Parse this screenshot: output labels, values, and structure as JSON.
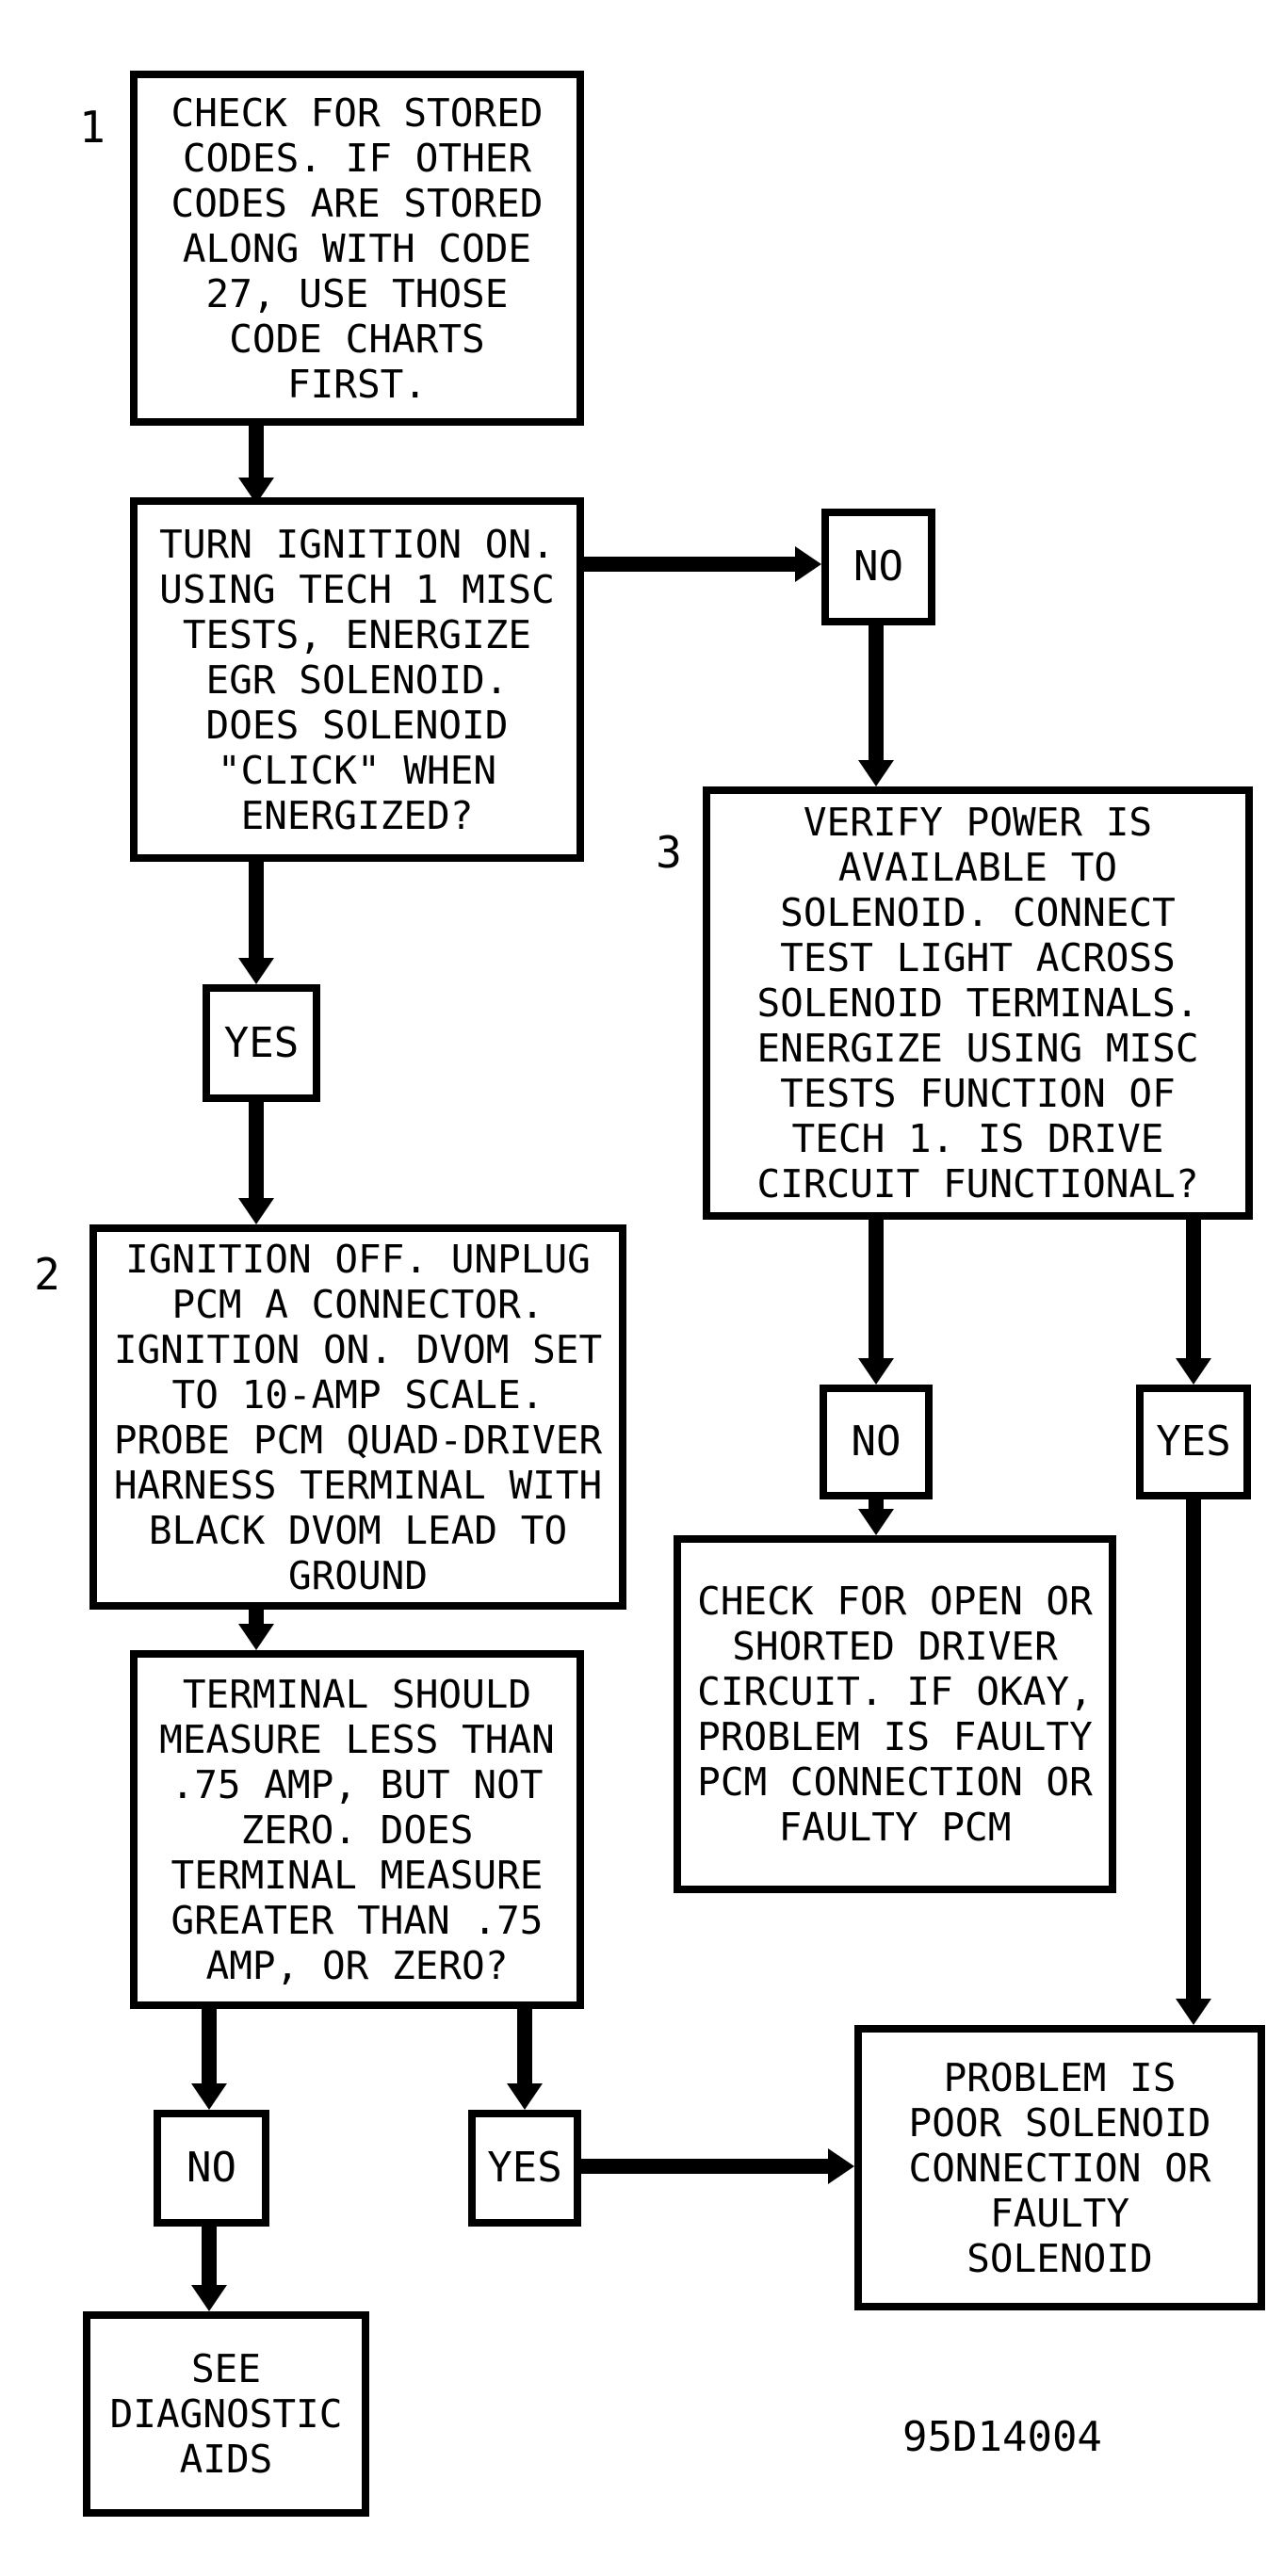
{
  "page": {
    "paper_color": "#ffffff",
    "ink_color": "#000000"
  },
  "figure_code": "95D14004",
  "nodes": {
    "step1": {
      "label": "1",
      "text": "CHECK FOR STORED\nCODES. IF OTHER\nCODES ARE STORED\nALONG WITH CODE\n27, USE THOSE\nCODE CHARTS\nFIRST."
    },
    "turn_ignition": {
      "text": "TURN IGNITION ON.\nUSING TECH 1 MISC\nTESTS, ENERGIZE\nEGR SOLENOID.\nDOES SOLENOID\n\"CLICK\" WHEN\nENERGIZED?"
    },
    "no_top": {
      "text": "NO"
    },
    "step3": {
      "label": "3",
      "text": "VERIFY POWER IS\nAVAILABLE TO\nSOLENOID. CONNECT\nTEST LIGHT ACROSS\nSOLENOID TERMINALS.\nENERGIZE USING MISC\nTESTS FUNCTION OF\nTECH 1. IS DRIVE\nCIRCUIT FUNCTIONAL?"
    },
    "yes_mid": {
      "text": "YES"
    },
    "step2": {
      "label": "2",
      "text": "IGNITION OFF. UNPLUG\nPCM A CONNECTOR.\nIGNITION ON. DVOM SET\nTO 10-AMP SCALE.\nPROBE PCM QUAD-DRIVER\nHARNESS TERMINAL WITH\nBLACK DVOM LEAD TO\nGROUND"
    },
    "terminal_measure": {
      "text": "TERMINAL SHOULD\nMEASURE LESS THAN\n.75 AMP, BUT NOT\nZERO. DOES\nTERMINAL MEASURE\nGREATER THAN .75\nAMP, OR ZERO?"
    },
    "no_step3": {
      "text": "NO"
    },
    "yes_step3": {
      "text": "YES"
    },
    "check_driver": {
      "text": "CHECK FOR OPEN OR\nSHORTED DRIVER\nCIRCUIT. IF OKAY,\nPROBLEM IS FAULTY\nPCM CONNECTION OR\nFAULTY PCM"
    },
    "no_terminal": {
      "text": "NO"
    },
    "yes_terminal": {
      "text": "YES"
    },
    "problem_solenoid": {
      "text": "PROBLEM IS\nPOOR SOLENOID\nCONNECTION OR\nFAULTY\nSOLENOID"
    },
    "diagnostic_aids": {
      "text": "SEE\nDIAGNOSTIC\nAIDS"
    }
  }
}
